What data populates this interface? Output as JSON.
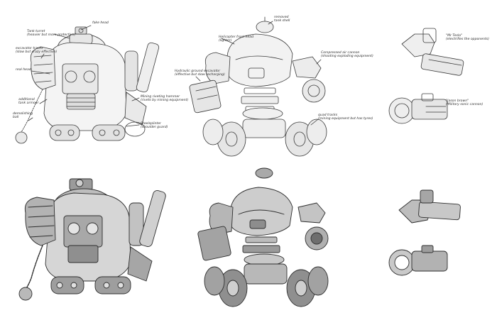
{
  "sheet": {
    "ink_color": "#3a3a3a",
    "shade_color": "#8a8a8a",
    "paper_color": "#ffffff"
  },
  "annotations": {
    "fake_head": {
      "l1": "fake head",
      "l2": ""
    },
    "tank_turret": {
      "l1": "Tank turret",
      "l2": "(heavier but more protective)"
    },
    "excavator_tracks": {
      "l1": "excavator tracks",
      "l2": "(slow but crazy effective)"
    },
    "real_head": {
      "l1": "real head",
      "l2": ""
    },
    "additional_tank_armour": {
      "l1": "additional",
      "l2": "tank armour"
    },
    "demolishing_ball": {
      "l1": "demolishing",
      "l2": "ball"
    },
    "mining_riveting_hammer": {
      "l1": "Mining riveting hammer",
      "l2": "(rivets by mining equipment)"
    },
    "steelsplinter": {
      "l1": "Steelsplinter",
      "l2": "(shoulder guard)"
    },
    "removed_tank_shell": {
      "l1": "removed",
      "l2": "tank shell"
    },
    "helicopter_front_head": {
      "l1": "Helicopter front head",
      "l2": "(lighter)"
    },
    "hydraulic_ground_excavator": {
      "l1": "Hydraulic ground excavator",
      "l2": "(effective but slow recharging)"
    },
    "compressed_air_cannon": {
      "l1": "Compressed air cannon",
      "l2": "(shooting exploding equipment)"
    },
    "quad_tracks": {
      "l1": "quad tracks",
      "l2": "(mining equipment but has tyres)"
    },
    "mr_tesla": {
      "l1": "\"Mr Tesla\"",
      "l2": "(electrifies the opponents)"
    },
    "jason_brown": {
      "l1": "\"Jason brown\"",
      "l2": "(Military sonic cannon)"
    }
  }
}
